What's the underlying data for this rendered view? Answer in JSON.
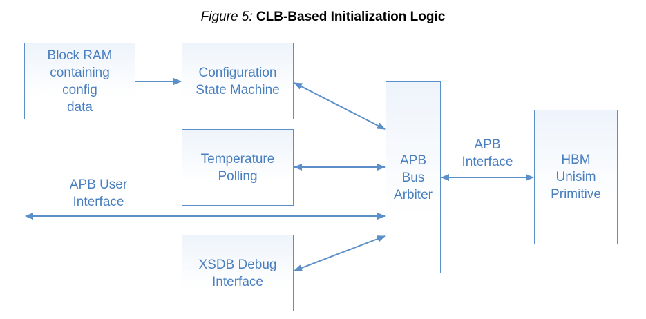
{
  "figure": {
    "number": "Figure 5:",
    "title": "CLB-Based Initialization Logic"
  },
  "blocks": {
    "block_ram": [
      "Block RAM",
      "containing",
      "config",
      "data"
    ],
    "config_sm": [
      "Configuration",
      "State Machine"
    ],
    "temp_polling": [
      "Temperature",
      "Polling"
    ],
    "xsdb_debug": [
      "XSDB Debug",
      "Interface"
    ],
    "apb_arbiter": [
      "APB",
      "Bus",
      "Arbiter"
    ],
    "hbm_unisim": [
      "HBM",
      "Unisim",
      "Primitive"
    ]
  },
  "labels": {
    "apb_user_interface": [
      "APB User",
      "Interface"
    ],
    "apb_interface": [
      "APB",
      "Interface"
    ]
  },
  "colors": {
    "stroke": "#5b8fc7",
    "text": "#4a7fbf"
  }
}
